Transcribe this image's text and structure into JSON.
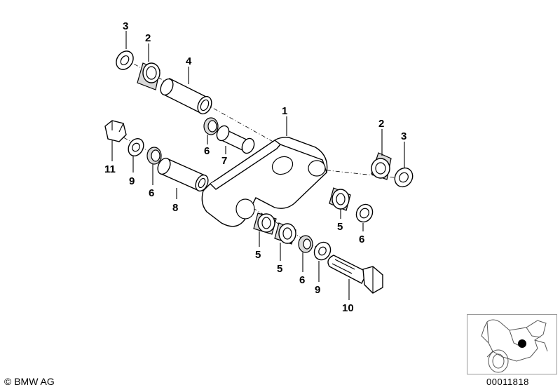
{
  "callouts": {
    "c1": "1",
    "c2a": "2",
    "c2b": "2",
    "c3a": "3",
    "c3b": "3",
    "c4": "4",
    "c5a": "5",
    "c5b": "5",
    "c5c": "5",
    "c6a": "6",
    "c6b": "6",
    "c6c": "6",
    "c6d": "6",
    "c7": "7",
    "c8": "8",
    "c9a": "9",
    "c9b": "9",
    "c10": "10",
    "c11": "11"
  },
  "footer": {
    "copyright": "© BMW AG",
    "image_number": "00011818"
  },
  "colors": {
    "ink": "#000000",
    "shade": "#d9d9d9",
    "locator_dot": "#000000",
    "thumb_border": "#9a9a9a"
  }
}
